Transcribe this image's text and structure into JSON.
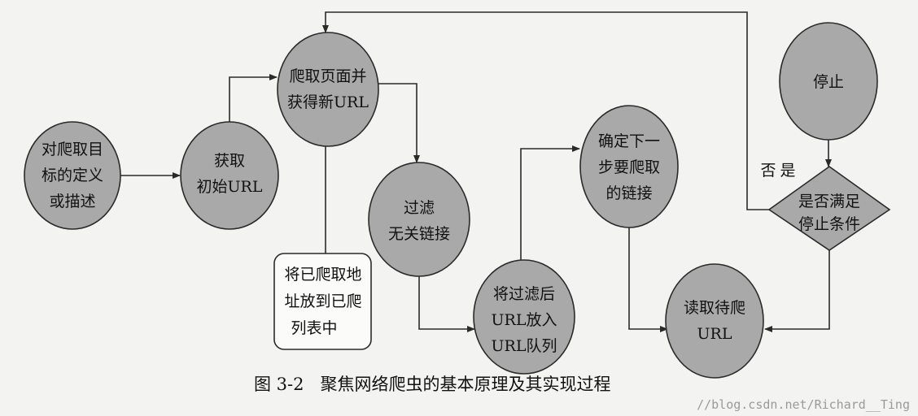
{
  "nodes": {
    "define": [
      "对爬取目",
      "标的定义",
      "或描述"
    ],
    "seed": [
      "获取",
      "初始URL"
    ],
    "crawl": [
      "爬取页面并",
      "获得新URL"
    ],
    "filter": [
      "过滤",
      "无关链接"
    ],
    "store": [
      "将已爬取地",
      "址放到已爬",
      "列表中"
    ],
    "enqueue": [
      "将过滤后",
      "URL放入",
      "URL队列"
    ],
    "next": [
      "确定下一",
      "步要爬取",
      "的链接"
    ],
    "stop": [
      "停止"
    ],
    "condition": [
      "是否满足",
      "停止条件"
    ],
    "read": [
      "读取待爬",
      "URL"
    ]
  },
  "labels": {
    "no": "否",
    "yes": "是"
  },
  "caption": "图 3-2   聚焦网络爬虫的基本原理及其实现过程",
  "watermark": "//blog.csdn.net/Richard__Ting",
  "colors": {
    "node_fill": "#a9a9a9",
    "stroke": "#2a2a2a",
    "background": "#f3f3f1"
  }
}
